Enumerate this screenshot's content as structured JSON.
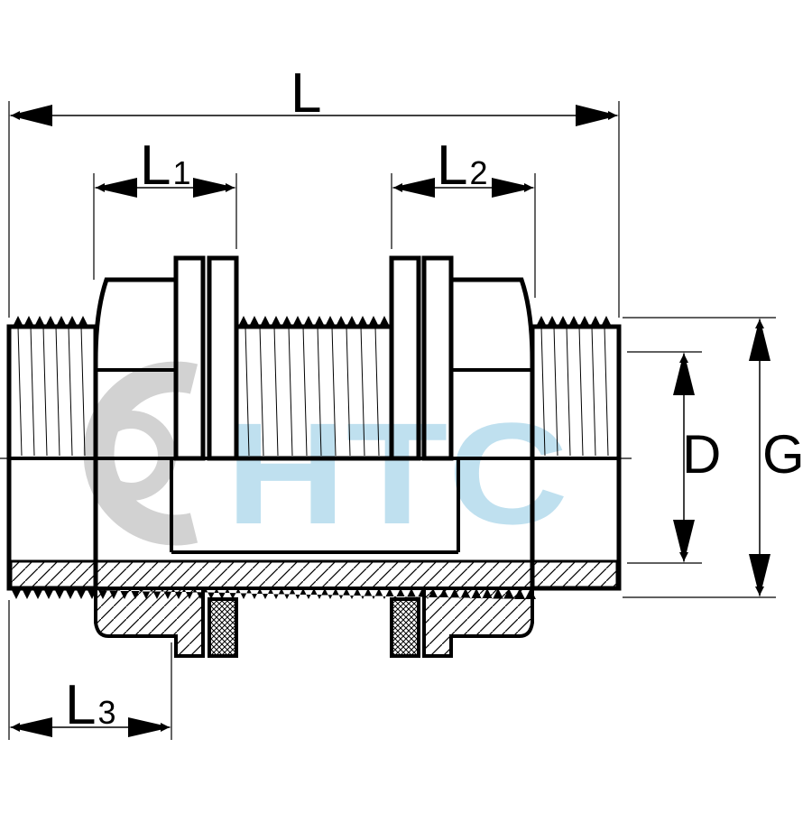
{
  "labels": {
    "L": "L",
    "L1_main": "L",
    "L1_sub": "1",
    "L2_main": "L",
    "L2_sub": "2",
    "L3_main": "L",
    "L3_sub": "3",
    "D": "D",
    "G": "G"
  },
  "watermark": {
    "text": "HTC",
    "ring_color": "#d2d2d2",
    "letter_color": "#bfe0ef"
  },
  "colors": {
    "line": "#000000",
    "background": "#ffffff"
  }
}
